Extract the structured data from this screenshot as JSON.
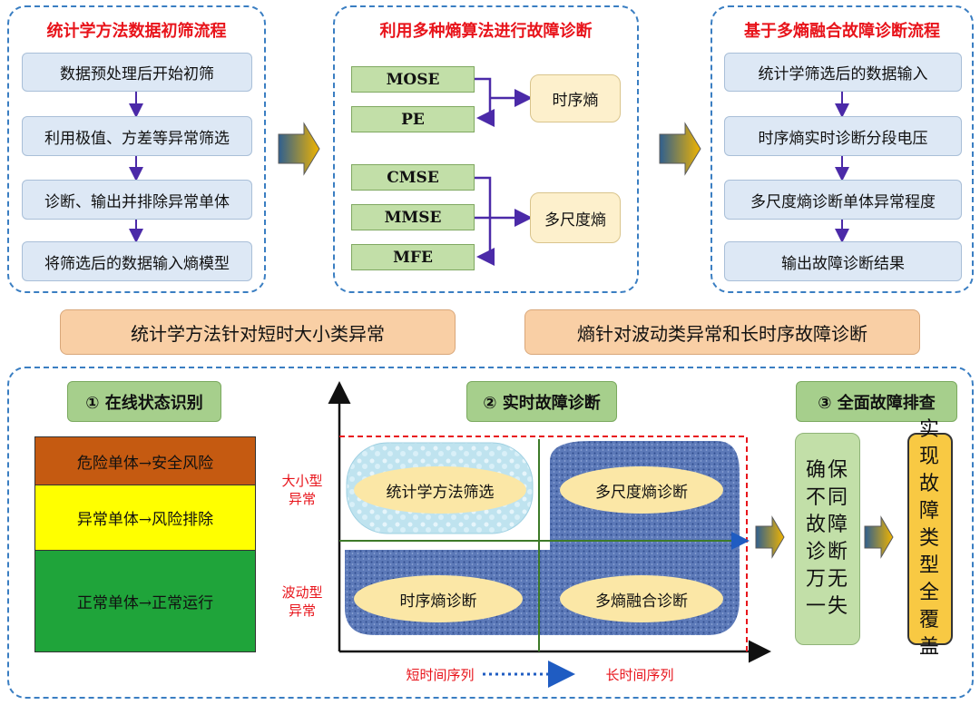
{
  "panel_left": {
    "title": "统计学方法数据初筛流程",
    "steps": [
      "数据预处理后开始初筛",
      "利用极值、方差等异常筛选",
      "诊断、输出并排除异常单体",
      "将筛选后的数据输入熵模型"
    ]
  },
  "panel_mid": {
    "title": "利用多种熵算法进行故障诊断",
    "algorithms": [
      "MOSE",
      "PE",
      "CMSE",
      "MMSE",
      "MFE"
    ],
    "groups": [
      "时序熵",
      "多尺度熵"
    ]
  },
  "panel_right": {
    "title": "基于多熵融合故障诊断流程",
    "steps": [
      "统计学筛选后的数据输入",
      "时序熵实时诊断分段电压",
      "多尺度熵诊断单体异常程度",
      "输出故障诊断结果"
    ]
  },
  "notes": [
    "统计学方法针对短时大小类异常",
    "熵针对波动类异常和长时序故障诊断"
  ],
  "bottom": {
    "section1": {
      "title": "① 在线状态识别",
      "states": [
        {
          "label": "危险单体→安全风险",
          "color": "#c55a11"
        },
        {
          "label": "异常单体→风险排除",
          "color": "#ffff00"
        },
        {
          "label": "正常单体→正常运行",
          "color": "#1fa43a"
        }
      ]
    },
    "section2": {
      "title": "② 实时故障诊断",
      "y_labels": [
        "大小型\n异常",
        "波动型\n异常"
      ],
      "regions": [
        "统计学方法筛选",
        "多尺度熵诊断",
        "时序熵诊断",
        "多熵融合诊断"
      ],
      "x_labels": [
        "短时间序列",
        "长时间序列"
      ]
    },
    "section3": {
      "title": "③ 全面故障排查",
      "box1": "确保不同故障诊断万无一失",
      "box2": "实现故障类型全覆盖"
    }
  },
  "colors": {
    "accent_red": "#e8141b",
    "dashed_border": "#3a7ec2",
    "arrow_purple": "#4b2aa8"
  }
}
